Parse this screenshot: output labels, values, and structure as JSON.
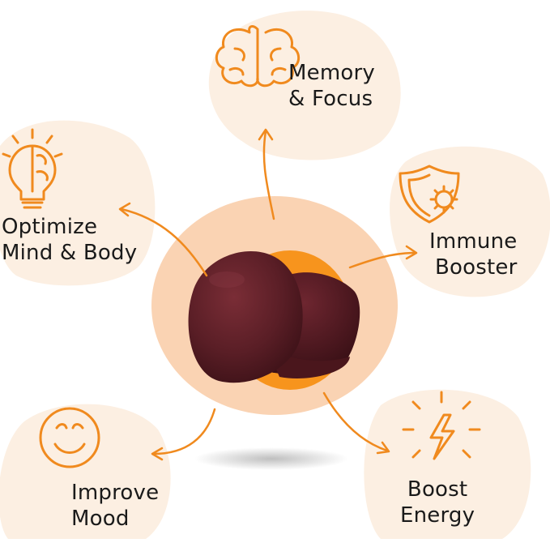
{
  "colors": {
    "accent": "#F08A1E",
    "blob": "#FCEFE2",
    "center_ring": "#FAD3B3",
    "center_core": "#F7941D",
    "gummy": "#5A1E26",
    "text": "#1a1a1a"
  },
  "benefits": [
    {
      "id": "memory",
      "icon": "brain-icon",
      "lines": [
        "Memory",
        "& Focus"
      ]
    },
    {
      "id": "optimize",
      "icon": "lightbulb-brain-icon",
      "lines": [
        "Optimize",
        "Mind & Body"
      ]
    },
    {
      "id": "immune",
      "icon": "shield-virus-icon",
      "lines": [
        "Immune",
        "Booster"
      ]
    },
    {
      "id": "mood",
      "icon": "smiley-icon",
      "lines": [
        "Improve",
        "Mood"
      ]
    },
    {
      "id": "energy",
      "icon": "lightning-icon",
      "lines": [
        "Boost",
        "Energy"
      ]
    }
  ],
  "product": {
    "icon": "gummy-image"
  }
}
